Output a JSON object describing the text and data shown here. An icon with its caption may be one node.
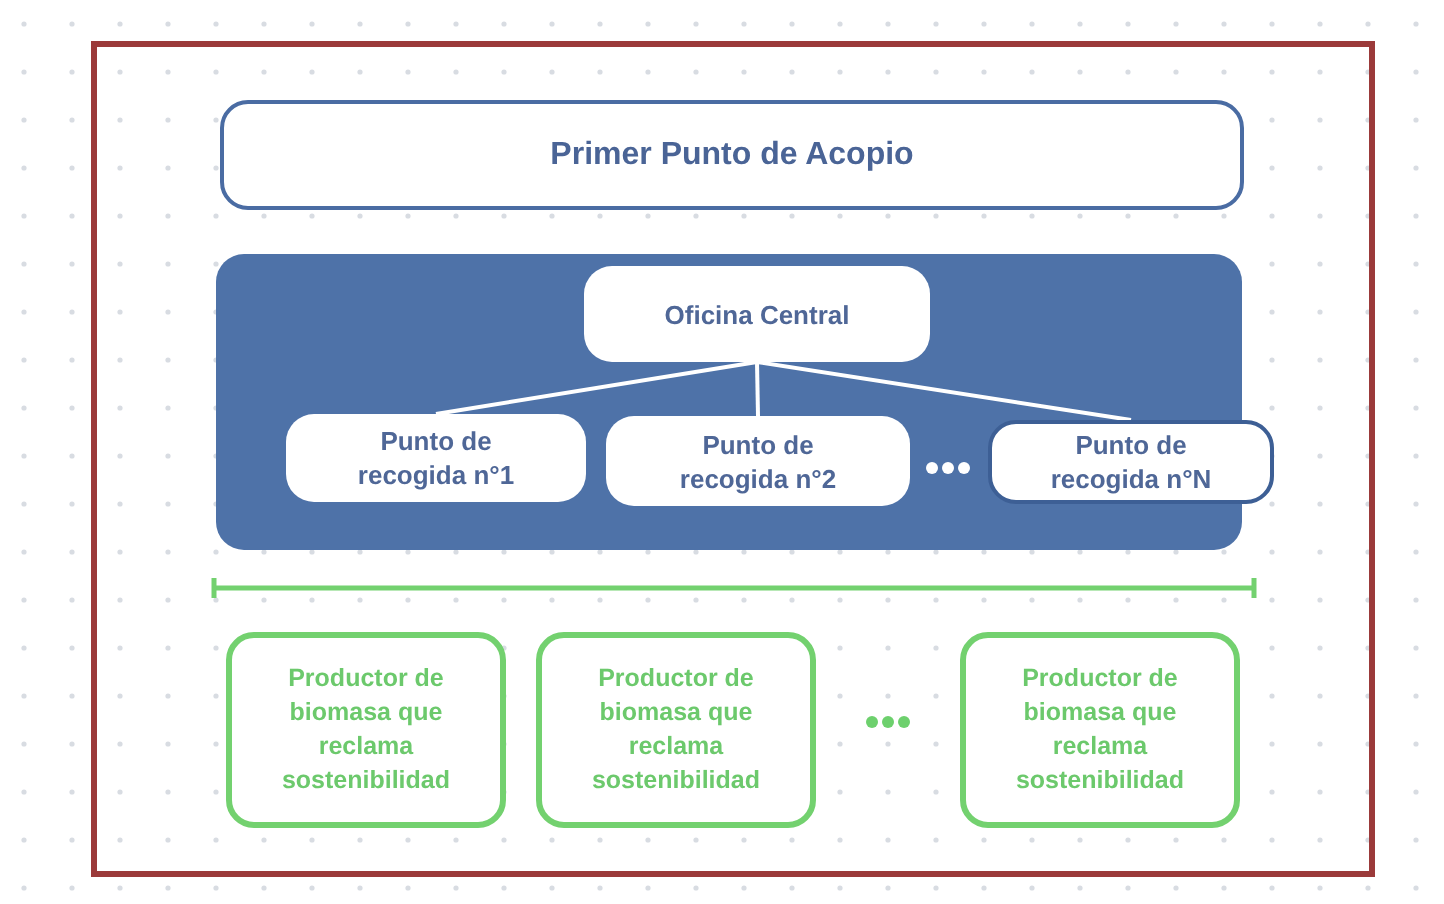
{
  "diagram": {
    "nodes": [
      {
        "text": [
          "Primer Punto de Acopio"
        ]
      },
      {
        "text": [],
        "shape": "box"
      },
      {
        "text": [
          "Oficina Central"
        ],
        "in": 1
      },
      {
        "text": [
          "Punto de recogida n°1"
        ],
        "in": 1
      },
      {
        "text": [
          "Punto de recogida n°2"
        ],
        "in": 1
      },
      {
        "text": [
          "Punto de recogida n°N"
        ],
        "in": 1
      },
      {
        "text": [
          "Productor de biomasa que reclama sostenibilidad"
        ]
      },
      {
        "text": [
          "Productor de biomasa que reclama sostenibilidad"
        ]
      },
      {
        "text": [
          "Productor de biomasa que reclama sostenibilidad"
        ]
      }
    ],
    "edges": [
      {
        "from": 2,
        "to": 3,
        "arrow": "none"
      },
      {
        "from": 2,
        "to": 4,
        "arrow": "none"
      },
      {
        "from": 2,
        "to": 5,
        "arrow": "none"
      }
    ]
  }
}
